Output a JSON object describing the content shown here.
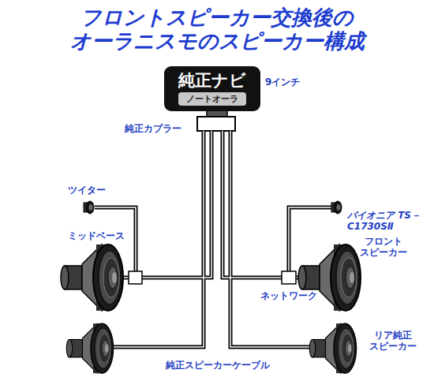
{
  "diagram": {
    "title": "フロントスピーカー交換後の オーラニスモのスピーカー構成",
    "nodes": [
      {
        "text": [
          "純正ナビ",
          "ノートオーラ"
        ]
      }
    ],
    "labels": [
      "9インチ",
      "純正カプラー",
      "ツイター",
      "ミッドベース",
      "パイオニア TS－C1730SⅡ",
      "フロント スピーカー",
      "ネットワーク",
      "リア純正 スピーカー",
      "純正スピーカーケーブル"
    ]
  }
}
